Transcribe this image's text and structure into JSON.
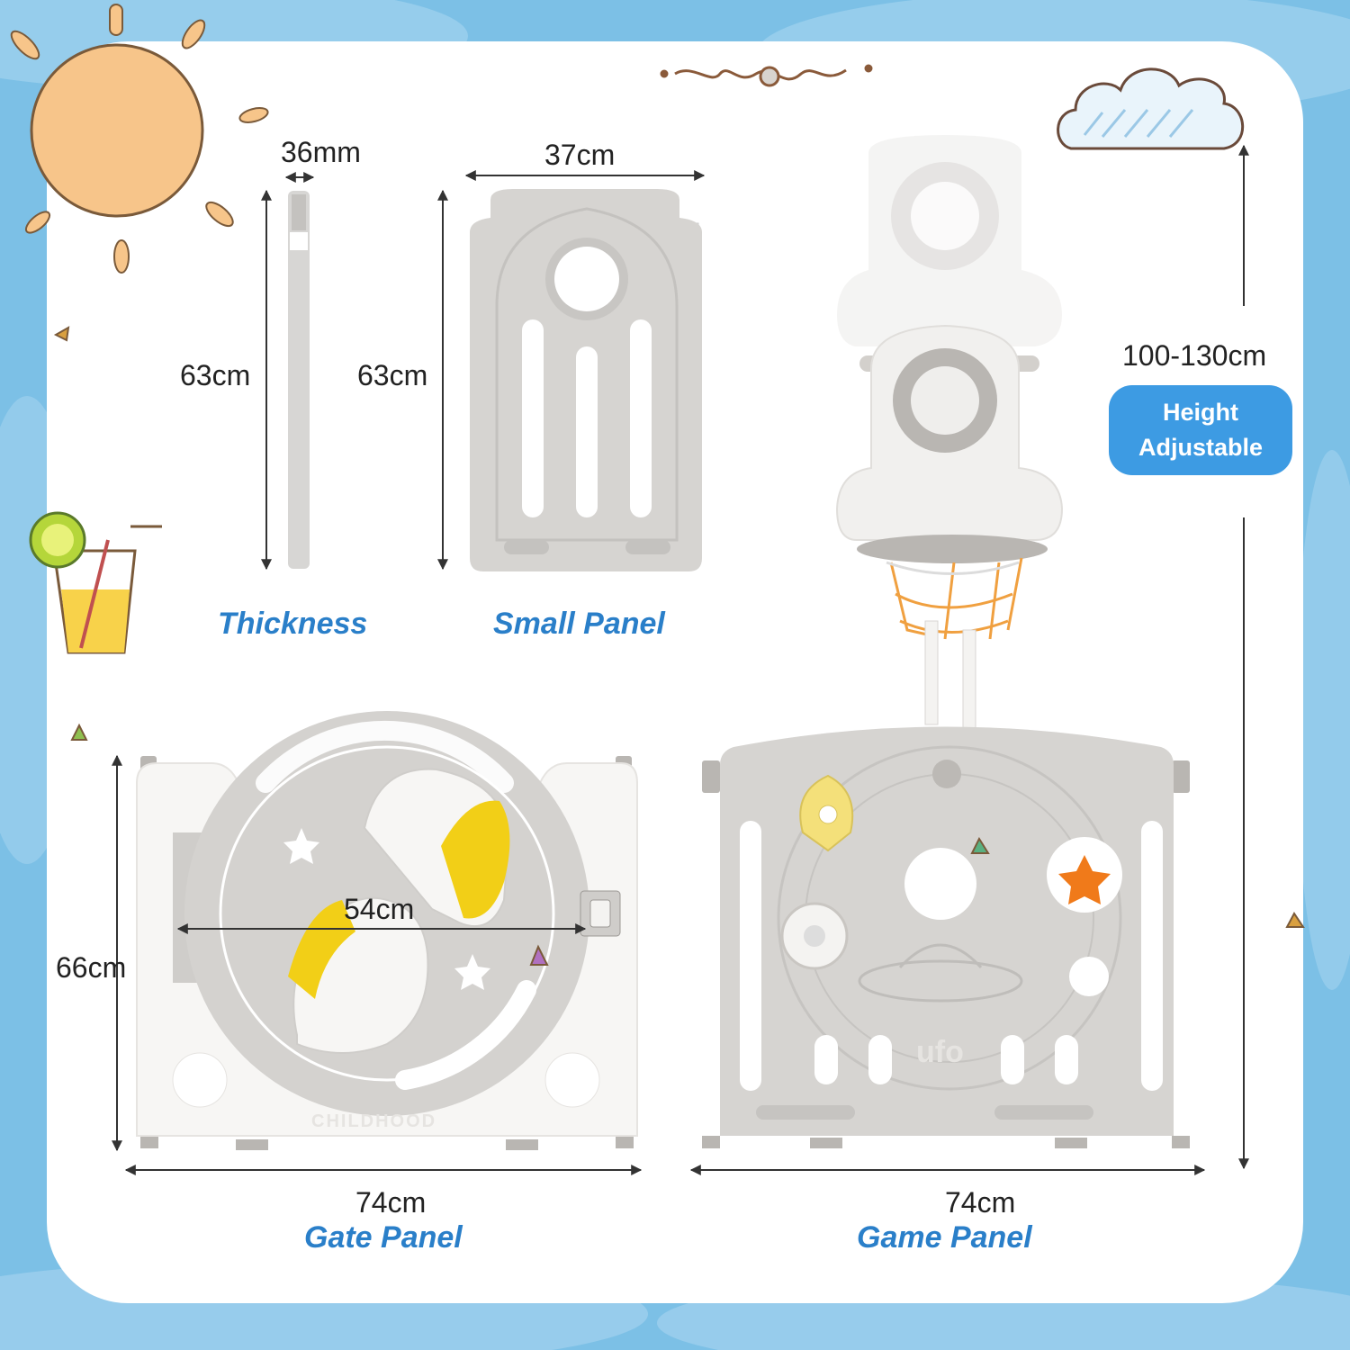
{
  "thickness": {
    "title": "Thickness",
    "width": "36mm",
    "height": "63cm"
  },
  "small_panel": {
    "title": "Small Panel",
    "width": "37cm",
    "height": "63cm"
  },
  "basketball": {
    "height_range": "100-130cm",
    "badge_line1": "Height",
    "badge_line2": "Adjustable"
  },
  "gate_panel": {
    "title": "Gate Panel",
    "width": "74cm",
    "height": "66cm",
    "door_width": "54cm",
    "emboss": "CHILDHOOD"
  },
  "game_panel": {
    "title": "Game Panel",
    "width": "74cm",
    "emboss": "ufo"
  },
  "colors": {
    "accent": "#2a7fc9",
    "badge": "#3d9be3",
    "panel_gray": "#d4d2cf",
    "panel_white": "#f7f6f4",
    "yellow": "#f2cf17",
    "net_orange": "#f0a040",
    "sky": "#7cc0e6"
  }
}
